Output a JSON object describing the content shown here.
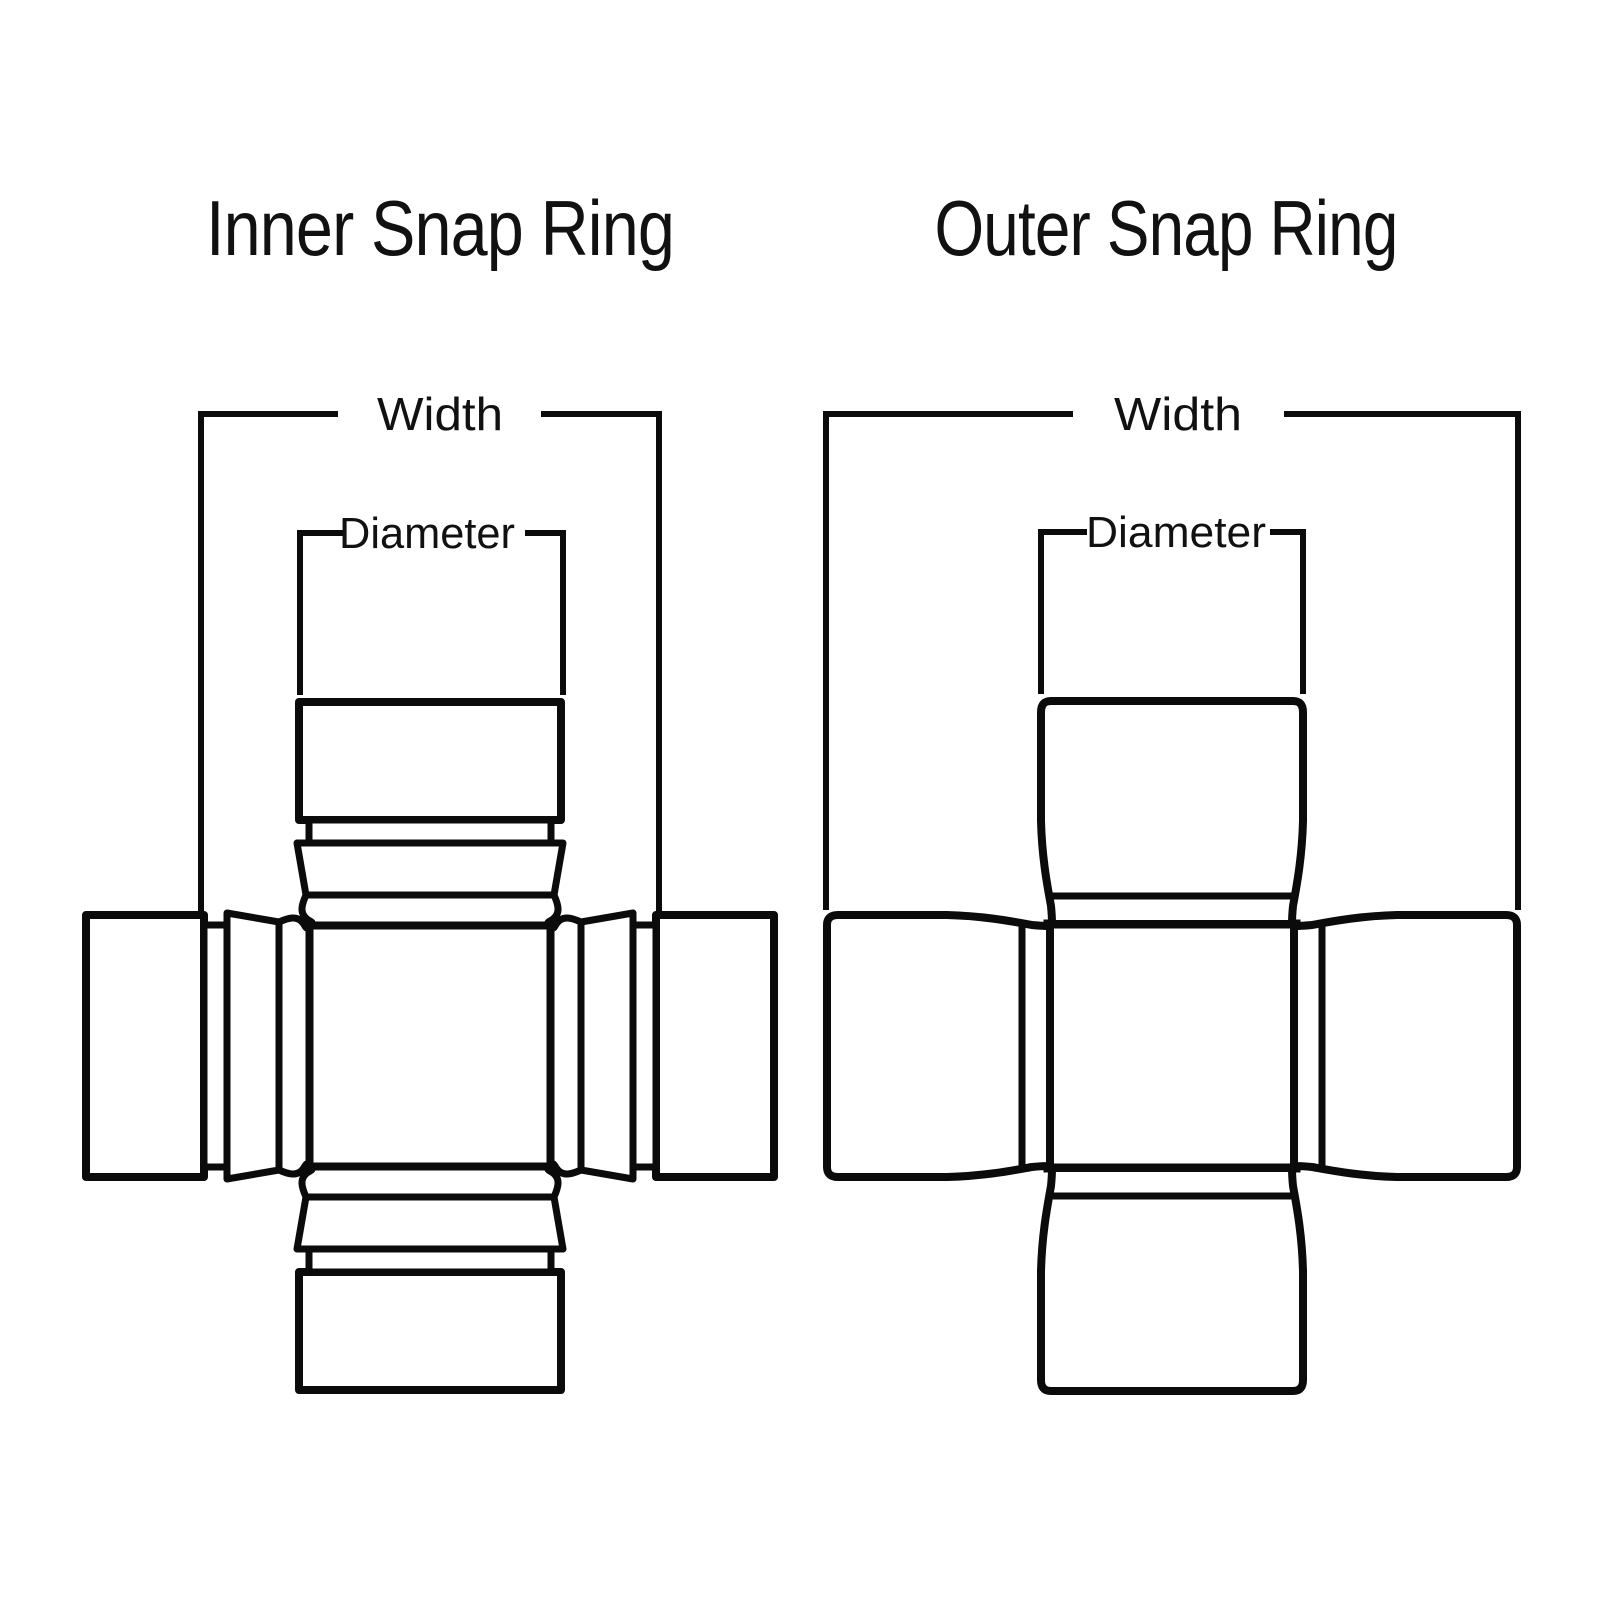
{
  "page": {
    "background_color": "#ffffff",
    "line_color": "#0b0b0b",
    "description": "Comparison diagram of universal joint cross styles showing how Width and Diameter are measured"
  },
  "diagrams": {
    "inner": {
      "title": "Inner Snap Ring",
      "width_label": "Width",
      "diameter_label": "Diameter"
    },
    "outer": {
      "title": "Outer Snap Ring",
      "width_label": "Width",
      "diameter_label": "Diameter"
    }
  }
}
